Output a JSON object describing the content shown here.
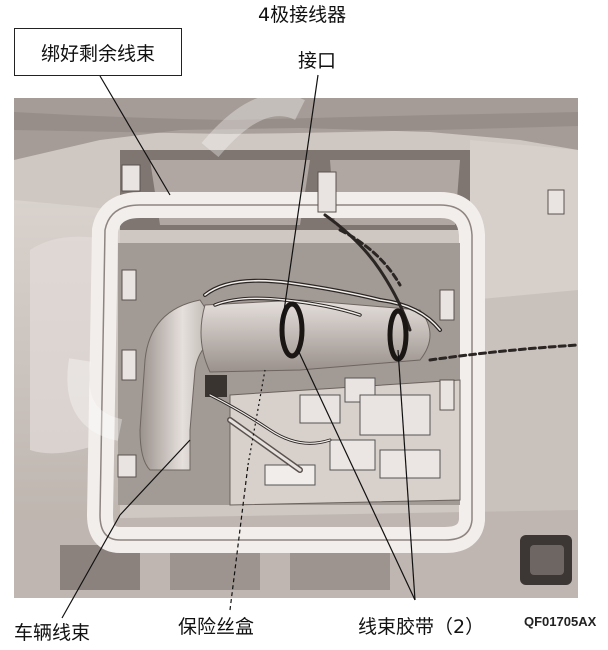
{
  "figure": {
    "callouts": {
      "bundle_remaining": "绑好剩余线束",
      "connector_4pin_line1": "4极接线器",
      "connector_4pin_line2": "接口",
      "vehicle_harness": "车辆线束",
      "fuse_box": "保险丝盒",
      "cable_ties": "线束胶带（2）"
    },
    "code": "QF01705AX"
  }
}
